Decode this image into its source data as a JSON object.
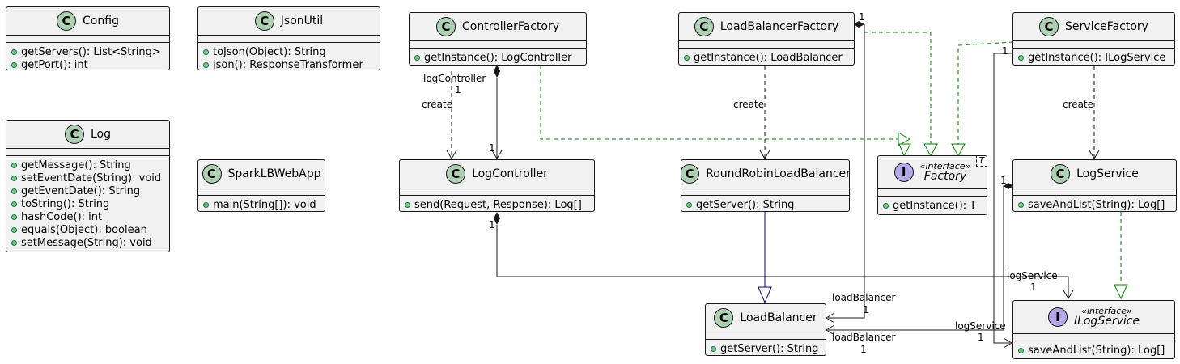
{
  "classes": {
    "config": {
      "name": "Config",
      "methods": [
        "getServers(): List<String>",
        "getPort(): int"
      ]
    },
    "jsonutil": {
      "name": "JsonUtil",
      "methods": [
        "toJson(Object): String",
        "json(): ResponseTransformer"
      ]
    },
    "controllerfactory": {
      "name": "ControllerFactory",
      "methods": [
        "getInstance(): LogController"
      ]
    },
    "loadbalancerfactory": {
      "name": "LoadBalancerFactory",
      "methods": [
        "getInstance(): LoadBalancer"
      ]
    },
    "servicefactory": {
      "name": "ServiceFactory",
      "methods": [
        "getInstance(): ILogService"
      ]
    },
    "log": {
      "name": "Log",
      "methods": [
        "getMessage(): String",
        "setEventDate(String): void",
        "getEventDate(): String",
        "toString(): String",
        "hashCode(): int",
        "equals(Object): boolean",
        "setMessage(String): void"
      ]
    },
    "sparklbwebapp": {
      "name": "SparkLBWebApp",
      "methods": [
        "main(String[]): void"
      ]
    },
    "logcontroller": {
      "name": "LogController",
      "methods": [
        "send(Request, Response): Log[]"
      ]
    },
    "roundrobinloadbalancer": {
      "name": "RoundRobinLoadBalancer",
      "methods": [
        "getServer(): String"
      ]
    },
    "factory": {
      "name": "Factory",
      "stereotype": "«interface»",
      "generic": "T",
      "methods": [
        "getInstance(): T"
      ]
    },
    "logservice": {
      "name": "LogService",
      "methods": [
        "saveAndList(String): Log[]"
      ]
    },
    "loadbalancer": {
      "name": "LoadBalancer",
      "methods": [
        "getServer(): String"
      ]
    },
    "ilogservice": {
      "name": "ILogService",
      "stereotype": "«interface»",
      "methods": [
        "saveAndList(String): Log[]"
      ]
    }
  },
  "labels": {
    "logcontroller_role": "logController",
    "logcontroller_mult_top": "1",
    "create_cf": "create",
    "logcontroller_mult_bottom": "1",
    "lbf_mult": "1",
    "create_lbf": "create",
    "create_sf": "create",
    "sf_mult": "1",
    "logservice_mult": "1",
    "lc_mult": "1",
    "logservice_role_top": "logService",
    "logservice_mult_top": "1",
    "loadbalancer_role_top": "loadBalancer",
    "loadbalancer_mult_top": "1",
    "logservice_role_bottom": "logService",
    "logservice_mult_bottom": "1",
    "loadbalancer_role_bottom": "loadBalancer",
    "loadbalancer_mult_bottom": "1"
  },
  "colors": {
    "dependency": "#181818",
    "realization": "#008000",
    "generalization": "#000080",
    "class_badge": "#add1b2",
    "interface_badge": "#b4a7e5",
    "box_fill": "#f1f1f1"
  }
}
